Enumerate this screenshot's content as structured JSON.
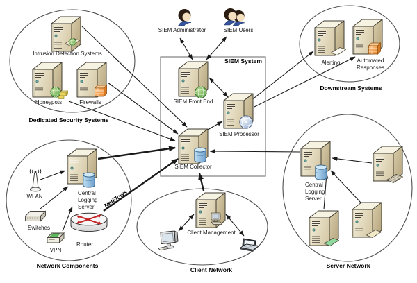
{
  "diagram": {
    "groups": {
      "dedicated_security_systems": {
        "label": "Dedicated Security Systems"
      },
      "siem_system": {
        "label": "SIEM System"
      },
      "downstream_systems": {
        "label": "Downstream Systems"
      },
      "network_components": {
        "label": "Network Components"
      },
      "client_network": {
        "label": "Client Network"
      },
      "server_network": {
        "label": "Server Network"
      }
    },
    "nodes": {
      "intrusion_detection_systems": {
        "label": "Intrusion Detection Systems",
        "icon": "server-tower-document-globe"
      },
      "honeypots": {
        "label": "Honeypots",
        "icon": "server-tower-globe-honeycomb"
      },
      "firewalls": {
        "label": "Firewalls",
        "icon": "server-tower-firewall"
      },
      "siem_administrator": {
        "label": "SIEM Administrator",
        "icon": "person"
      },
      "siem_users": {
        "label": "SIEM Users",
        "icon": "two-people"
      },
      "siem_front_end": {
        "label": "SIEM Front End",
        "icon": "server-tower-globe"
      },
      "siem_processor": {
        "label": "SIEM Processor",
        "icon": "server-tower-sphere"
      },
      "siem_collector": {
        "label": "SIEM Collector",
        "icon": "server-tower-database"
      },
      "alerting": {
        "label": "Alerting",
        "icon": "server-tower-card"
      },
      "automated_responses": {
        "label": "Automated Responses",
        "lines": [
          "Automated",
          "Responses"
        ],
        "icon": "server-tower-firewall"
      },
      "wlan": {
        "label": "WLAN",
        "icon": "antenna"
      },
      "network_central_logging_server": {
        "label": "Central Logging Server",
        "lines": [
          "Central",
          "Logging",
          "Server"
        ],
        "icon": "server-tower-database"
      },
      "switches": {
        "label": "Switches",
        "icon": "switch"
      },
      "vpn": {
        "label": "VPN",
        "icon": "vpn-appliance"
      },
      "router": {
        "label": "Router",
        "icon": "router-cylinder"
      },
      "client_management": {
        "label": "Client Management",
        "icon": "server-tower-workstation"
      },
      "desktop_client": {
        "icon": "desktop-computer"
      },
      "laptop_client": {
        "icon": "laptop"
      },
      "server_central_logging_server": {
        "label": "Central Logging Server",
        "lines": [
          "Central",
          "Logging",
          "Server"
        ],
        "icon": "server-tower-database"
      },
      "server_with_keyboard": {
        "icon": "server-tower-keyboard"
      },
      "server_with_green_card": {
        "icon": "server-tower-green-card"
      },
      "server_with_tan_card": {
        "icon": "server-tower-tan-card"
      }
    },
    "edge_labels": {
      "netflows": "NetFlows"
    },
    "edges": [
      {
        "from": "intrusion_detection_systems",
        "to": "siem_collector",
        "arrow": "end",
        "weight": "thin"
      },
      {
        "from": "firewalls",
        "to": "siem_collector",
        "arrow": "end",
        "weight": "thin"
      },
      {
        "from": "honeypots",
        "to": "siem_collector",
        "arrow": "end",
        "weight": "thin"
      },
      {
        "from": "siem_administrator",
        "to": "siem_front_end",
        "arrow": "both",
        "weight": "thin"
      },
      {
        "from": "siem_users",
        "to": "siem_front_end",
        "arrow": "both",
        "weight": "thin"
      },
      {
        "from": "siem_front_end",
        "to": "siem_processor",
        "arrow": "both",
        "weight": "thin"
      },
      {
        "from": "siem_collector",
        "to": "siem_processor",
        "arrow": "end",
        "weight": "thin"
      },
      {
        "from": "siem_processor",
        "to": "alerting",
        "arrow": "end",
        "weight": "thin"
      },
      {
        "from": "siem_processor",
        "to": "automated_responses",
        "arrow": "end",
        "weight": "thin"
      },
      {
        "from": "network_central_logging_server",
        "to": "siem_collector",
        "arrow": "end",
        "weight": "thick"
      },
      {
        "from": "router",
        "to": "siem_collector",
        "arrow": "end",
        "weight": "thick",
        "label": "NetFlows"
      },
      {
        "from": "client_management",
        "to": "siem_collector",
        "arrow": "end",
        "weight": "thick"
      },
      {
        "from": "server_central_logging_server",
        "to": "siem_collector",
        "arrow": "end",
        "weight": "thin"
      },
      {
        "from": "wlan",
        "to": "network_central_logging_server",
        "arrow": "end",
        "weight": "thin"
      },
      {
        "from": "switches",
        "to": "network_central_logging_server",
        "arrow": "end",
        "weight": "thin"
      },
      {
        "from": "vpn",
        "to": "network_central_logging_server",
        "arrow": "end",
        "weight": "thin"
      },
      {
        "from": "client_management",
        "to": "desktop_client",
        "arrow": "both",
        "weight": "thin"
      },
      {
        "from": "client_management",
        "to": "laptop_client",
        "arrow": "both",
        "weight": "thin"
      },
      {
        "from": "server_with_keyboard",
        "to": "server_central_logging_server",
        "arrow": "end",
        "weight": "thin"
      },
      {
        "from": "server_with_tan_card",
        "to": "server_central_logging_server",
        "arrow": "end",
        "weight": "thin"
      },
      {
        "from": "server_with_green_card",
        "to": "server_central_logging_server",
        "arrow": "end",
        "weight": "thin"
      }
    ],
    "colors": {
      "background": "#ffffff",
      "line": "#1a1a1a",
      "boundary": "#4f4f4f",
      "server_front": "#e9e1c9",
      "server_side": "#c2b28d",
      "server_top": "#f7f3e3",
      "database_blue": "#7fb3dc",
      "globe_green": "#56a244",
      "processor_sphere_blue": "#9cb6d8",
      "firewall_orange": "#f0913d",
      "router_arrow_red": "#c42222",
      "person_collar_blue": "#35549b",
      "vpn_stripe_green": "#5cb85c"
    }
  }
}
